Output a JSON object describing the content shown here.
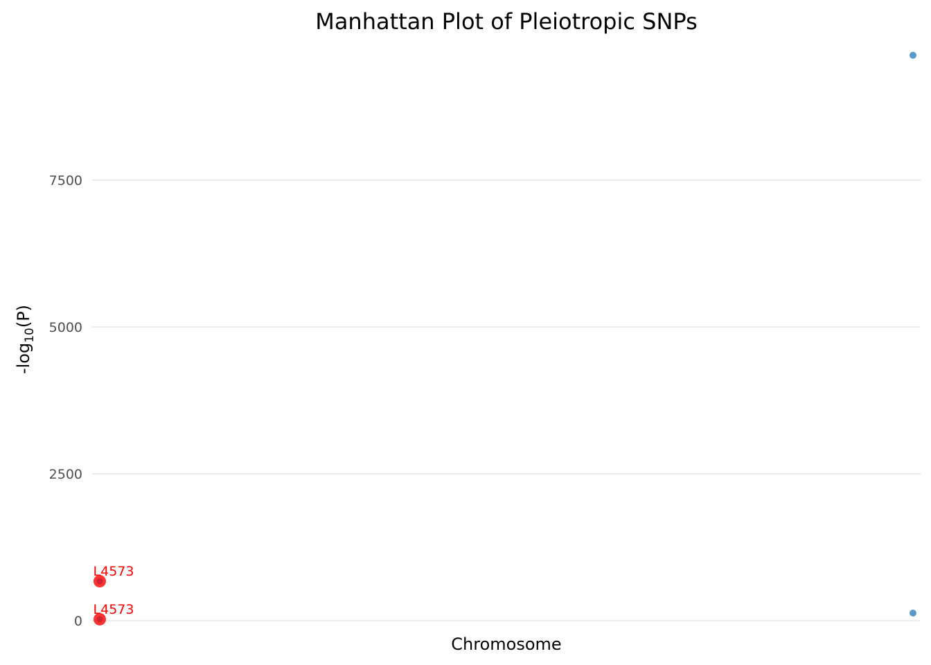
{
  "chart_data": {
    "type": "scatter",
    "title": "Manhattan Plot of Pleiotropic SNPs",
    "xlabel": "Chromosome",
    "ylabel_main": "-log",
    "ylabel_sub": "10",
    "ylabel_tail": "(P)",
    "ylim": [
      0,
      9900
    ],
    "xlim": [
      0,
      1
    ],
    "yticks": [
      0,
      2500,
      5000,
      7500
    ],
    "ytick_labels": [
      "0",
      "2500",
      "5000",
      "7500"
    ],
    "grid": "horizontal",
    "points": [
      {
        "x": 0,
        "y": 24,
        "color": "#ff0000",
        "highlight": true,
        "label": "L4573"
      },
      {
        "x": 0,
        "y": 672,
        "color": "#ff0000",
        "highlight": true,
        "label": "L4573"
      },
      {
        "x": 1,
        "y": 130,
        "color": "#1f77b4",
        "highlight": false
      },
      {
        "x": 1,
        "y": 9625,
        "color": "#1f77b4",
        "highlight": false
      }
    ]
  }
}
